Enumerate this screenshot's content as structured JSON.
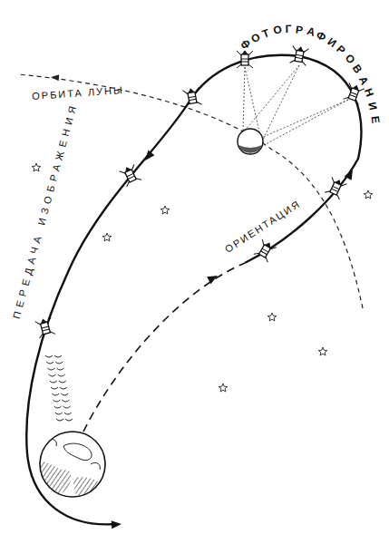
{
  "diagram": {
    "labels": [
      "ОРБИТА ЛУНЫ",
      "ФОТОГРАФИРОВАНИЕ",
      "ОРИЕНТАЦИЯ",
      "ПЕРЕДАЧА ИЗОБРАЖЕНИЯ"
    ]
  }
}
